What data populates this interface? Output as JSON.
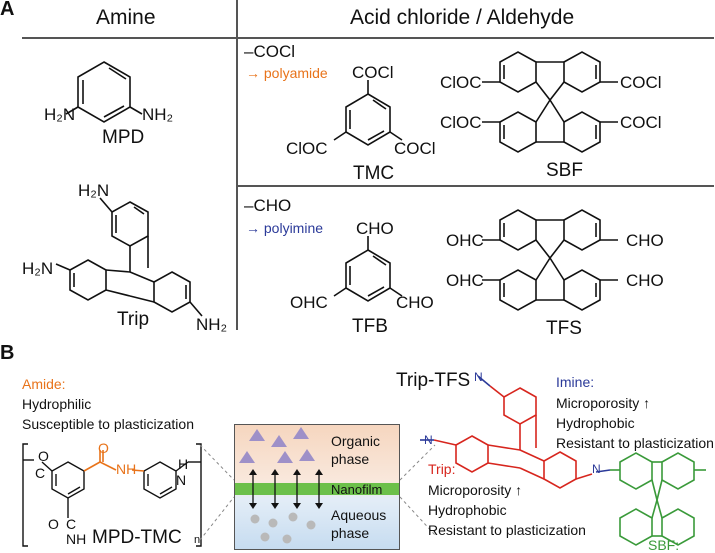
{
  "panel_a": {
    "letter": "A",
    "headers": {
      "amine": "Amine",
      "acid": "Acid chloride / Aldehyde"
    },
    "amines": [
      {
        "name": "MPD",
        "subs": [
          "H₂N",
          "NH₂"
        ]
      },
      {
        "name": "Trip",
        "subs": [
          "H₂N",
          "H₂N",
          "NH₂"
        ]
      }
    ],
    "acid_chloride": {
      "group": "–COCl",
      "arrow_text": "→ polyamide",
      "molecules": [
        {
          "name": "TMC",
          "subs": [
            "COCl",
            "ClOC",
            "COCl"
          ]
        },
        {
          "name": "SBF",
          "subs": [
            "ClOC",
            "COCl",
            "ClOC",
            "COCl"
          ]
        }
      ]
    },
    "aldehyde": {
      "group": "–CHO",
      "arrow_text": "→ polyimine",
      "molecules": [
        {
          "name": "TFB",
          "subs": [
            "CHO",
            "OHC",
            "CHO"
          ]
        },
        {
          "name": "TFS",
          "subs": [
            "OHC",
            "CHO",
            "OHC",
            "CHO"
          ]
        }
      ]
    }
  },
  "panel_b": {
    "letter": "B",
    "amide": {
      "title": "Amide:",
      "lines": [
        "Hydrophilic",
        "Susceptible to plasticization"
      ]
    },
    "polyamide_label": "MPD-TMC",
    "repeat_n": "n",
    "atoms": {
      "o": "O",
      "nh": "NH",
      "n_h": "N",
      "h": "H",
      "c": "C"
    },
    "interface": {
      "organic": [
        "Organic",
        "phase"
      ],
      "nanofilm": "Nanofilm",
      "aqueous": [
        "Aqueous",
        "phase"
      ]
    },
    "trip_tfs_label": "Trip-TFS",
    "trip": {
      "title": "Trip:",
      "lines": [
        "Microporosity ↑",
        "Hydrophobic",
        "Resistant to plasticization"
      ]
    },
    "imine": {
      "title": "Imine:",
      "lines": [
        "Microporosity ↑",
        "Hydrophobic",
        "Resistant to plasticization"
      ]
    },
    "sbf_label": "SBF:",
    "imine_atom": "N"
  },
  "colors": {
    "amide_orange": "#e8731a",
    "imine_blue": "#2b3a99",
    "trip_red": "#d7261e",
    "sbf_green": "#3a9a3a",
    "nanofilm_green": "#6cc04a",
    "organic_bg": "#f6d6bf",
    "aqueous_bg": "#c6dcf0",
    "triangle": "#9e90c8",
    "circle": "#b9b9b9"
  }
}
